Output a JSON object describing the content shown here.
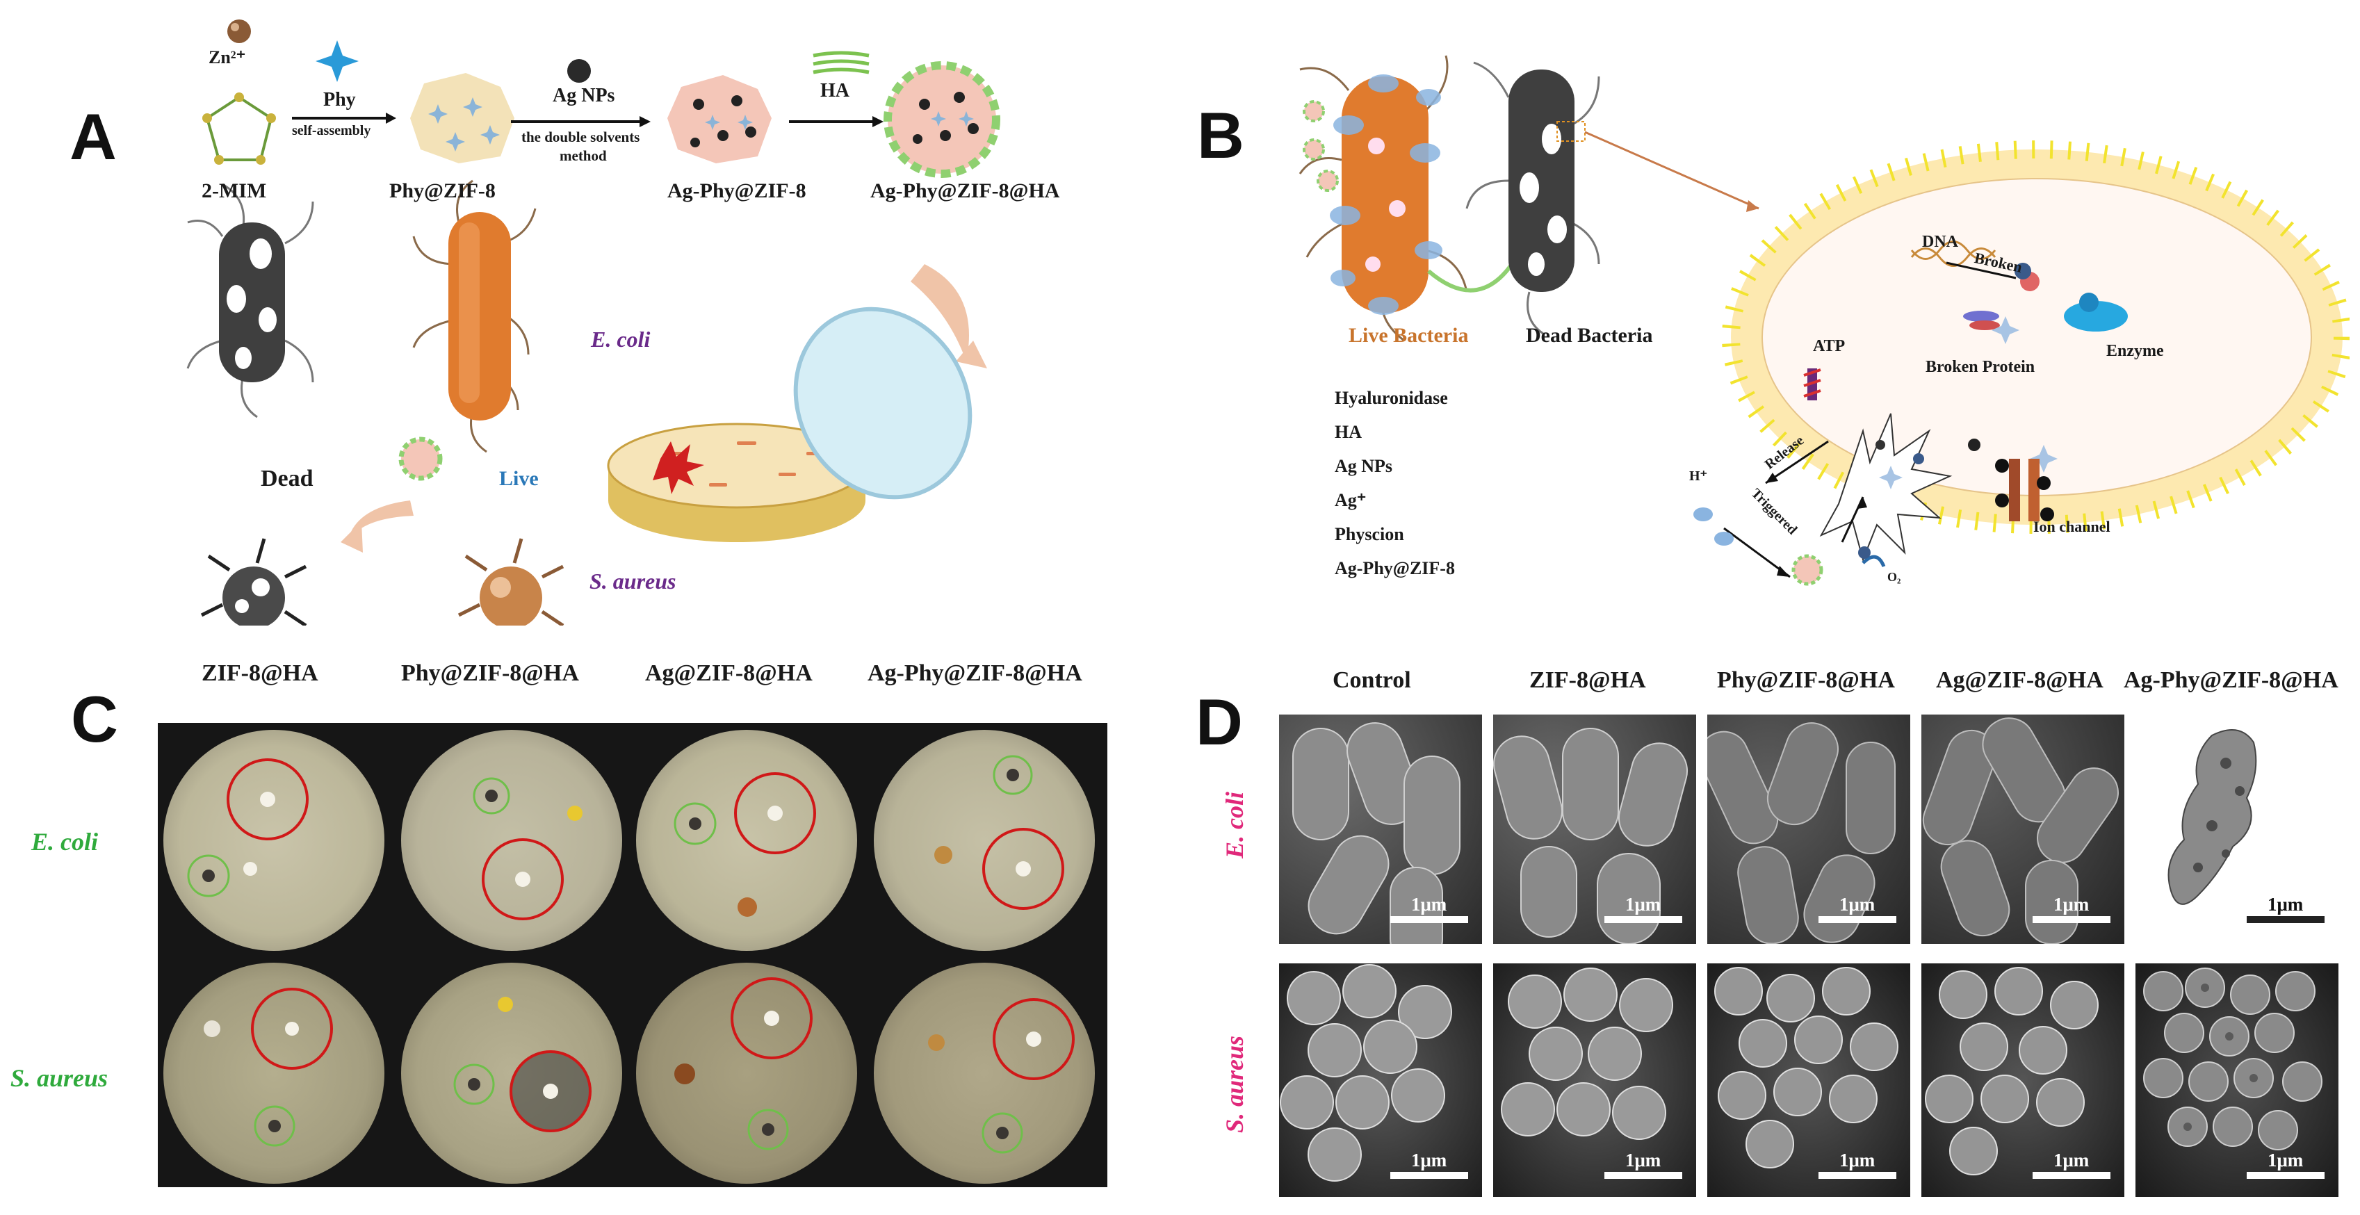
{
  "panels": {
    "a": {
      "letter": "A",
      "ion": "Zn²⁺",
      "linker": "2-MIM",
      "step1_reagent": "Phy",
      "step1_method": "self-assembly",
      "product1": "Phy@ZIF-8",
      "step2_reagent": "Ag NPs",
      "step2_method_line1": "the double solvents",
      "step2_method_line2": "method",
      "product2": "Ag-Phy@ZIF-8",
      "step3_reagent": "HA",
      "product3": "Ag-Phy@ZIF-8@HA",
      "ecoli": "E. coli",
      "saureus": "S. aureus",
      "dead": "Dead",
      "live": "Live"
    },
    "b": {
      "letter": "B",
      "live_bacteria": "Live Bacteria",
      "dead_bacteria": "Dead Bacteria",
      "legend": [
        "Hyaluronidase",
        "HA",
        "Ag NPs",
        "Ag⁺",
        "Physcion",
        "Ag-Phy@ZIF-8"
      ],
      "dna": "DNA",
      "broken": "Broken",
      "atp": "ATP",
      "broken_protein": "Broken Protein",
      "enzyme": "Enzyme",
      "release": "Release",
      "triggered": "Triggered",
      "hplus": "H⁺",
      "o2": "O₂",
      "ion_channel": "Ion channel"
    },
    "c": {
      "letter": "C",
      "columns": [
        "ZIF-8@HA",
        "Phy@ZIF-8@HA",
        "Ag@ZIF-8@HA",
        "Ag-Phy@ZIF-8@HA"
      ],
      "rows": [
        "E. coli",
        "S. aureus"
      ]
    },
    "d": {
      "letter": "D",
      "columns": [
        "Control",
        "ZIF-8@HA",
        "Phy@ZIF-8@HA",
        "Ag@ZIF-8@HA",
        "Ag-Phy@ZIF-8@HA"
      ],
      "rows": [
        "E. coli",
        "S. aureus"
      ],
      "scale": "1μm"
    }
  },
  "colors": {
    "red_circle": "#d01818",
    "green_circle": "#6fbf4a",
    "row_label_c": "#2faa3c",
    "row_label_d": "#e0287a",
    "live_label": "#c8742c",
    "bacteria_orange": "#e07b2e"
  }
}
